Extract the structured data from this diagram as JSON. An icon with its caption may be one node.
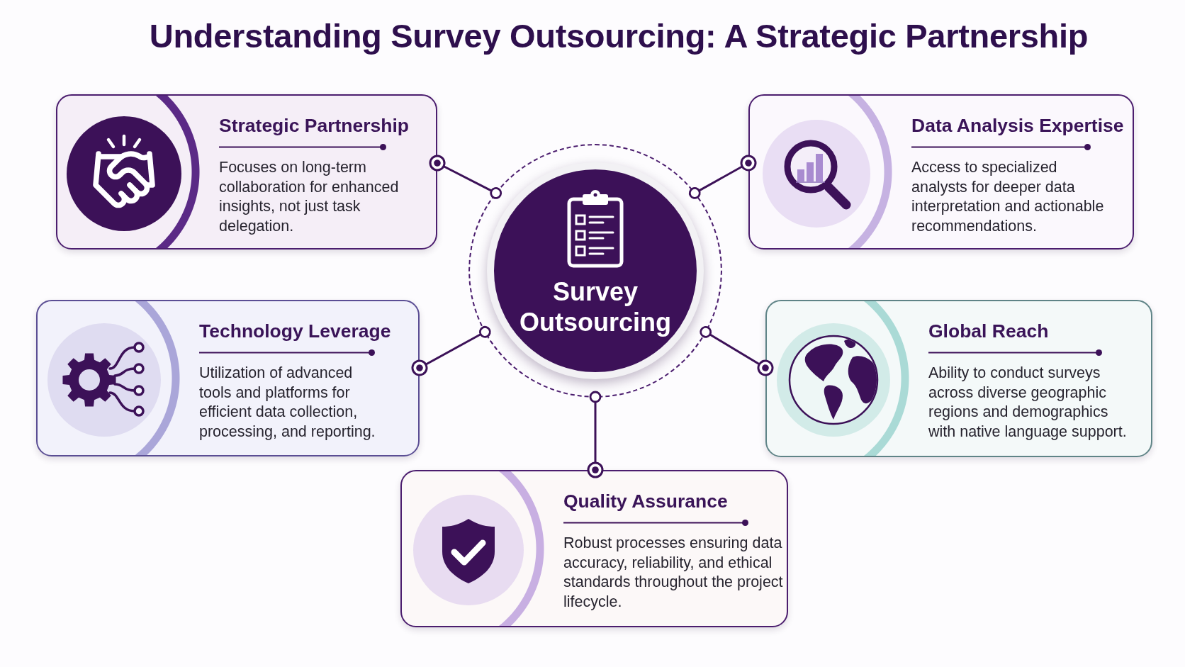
{
  "diagram": {
    "title": "Understanding Survey Outsourcing: A Strategic Partnership",
    "nodes": [
      {
        "text": [
          "Strategic Partnership",
          "Focuses on long-term collaboration for enhanced insights, not just task delegation."
        ]
      },
      {
        "text": [
          "Survey Outsourcing"
        ]
      },
      {
        "text": [
          "Data Analysis Expertise",
          "Access to specialized analysts for deeper data interpretation and actionable recommendations."
        ]
      },
      {
        "text": [
          "Technology Leverage",
          "Utilization of advanced tools and platforms for efficient data collection, processing, and reporting."
        ]
      },
      {
        "text": [
          "Global Reach",
          "Ability to conduct surveys across diverse geographic regions and demographics with native language support."
        ]
      },
      {
        "text": [
          "Quality Assurance",
          "Robust processes ensuring data accuracy, reliability, and ethical standards throughout the project lifecycle."
        ]
      }
    ],
    "edges": [
      {
        "from": 1,
        "to": 0,
        "arrow": "other"
      },
      {
        "from": 1,
        "to": 2,
        "arrow": "other"
      },
      {
        "from": 1,
        "to": 3,
        "arrow": "other"
      },
      {
        "from": 1,
        "to": 4,
        "arrow": "other"
      },
      {
        "from": 1,
        "to": 5,
        "arrow": "other"
      }
    ]
  }
}
